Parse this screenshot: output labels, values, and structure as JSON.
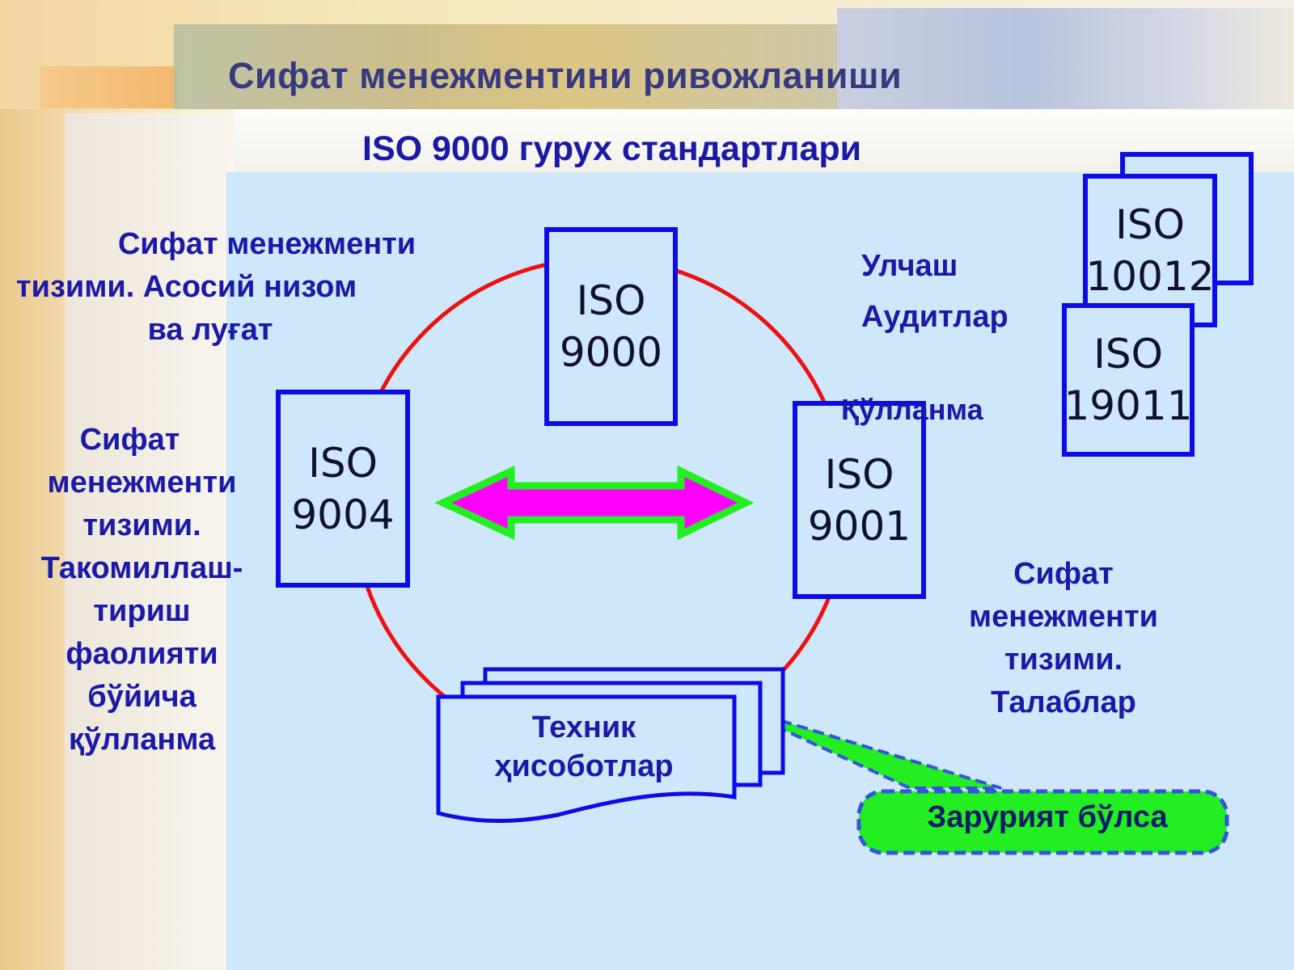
{
  "title": "Сифат менежментини ривожланиши",
  "subtitle": "ISO 9000 гурух стандартлари",
  "labels": {
    "top_left": [
      "Сифат менежменти",
      "тизими. Асосий низом",
      "ва луғат"
    ],
    "left": [
      "Сифат",
      "менежменти",
      "тизими.",
      "Такомиллаш-",
      "тириш",
      "фаолияти",
      "бўйича",
      "қўлланма"
    ],
    "right": [
      "Сифат",
      "менежменти",
      "тизими.",
      "Талаблар"
    ],
    "measure": "Улчаш",
    "audits": "Аудитлар",
    "guide": "Қўлланма"
  },
  "boxes": {
    "iso9000": [
      "ISO",
      "9000"
    ],
    "iso9004": [
      "ISO",
      "9004"
    ],
    "iso9001": [
      "ISO",
      "9001"
    ],
    "iso10012": [
      "ISO",
      "10012"
    ],
    "iso19011": [
      "ISO",
      "19011"
    ]
  },
  "tech_reports": [
    "Техник",
    "ҳисоботлар"
  ],
  "callout": "Зарурият бўлса",
  "colors": {
    "box_border": "#0c0ce6",
    "circle": "#ee1111",
    "arrow_fill": "#ff00ff",
    "arrow_outline": "#22ee22",
    "callout_fill": "#22ee22",
    "callout_border": "#3355dd",
    "text": "#1a1aa6"
  }
}
